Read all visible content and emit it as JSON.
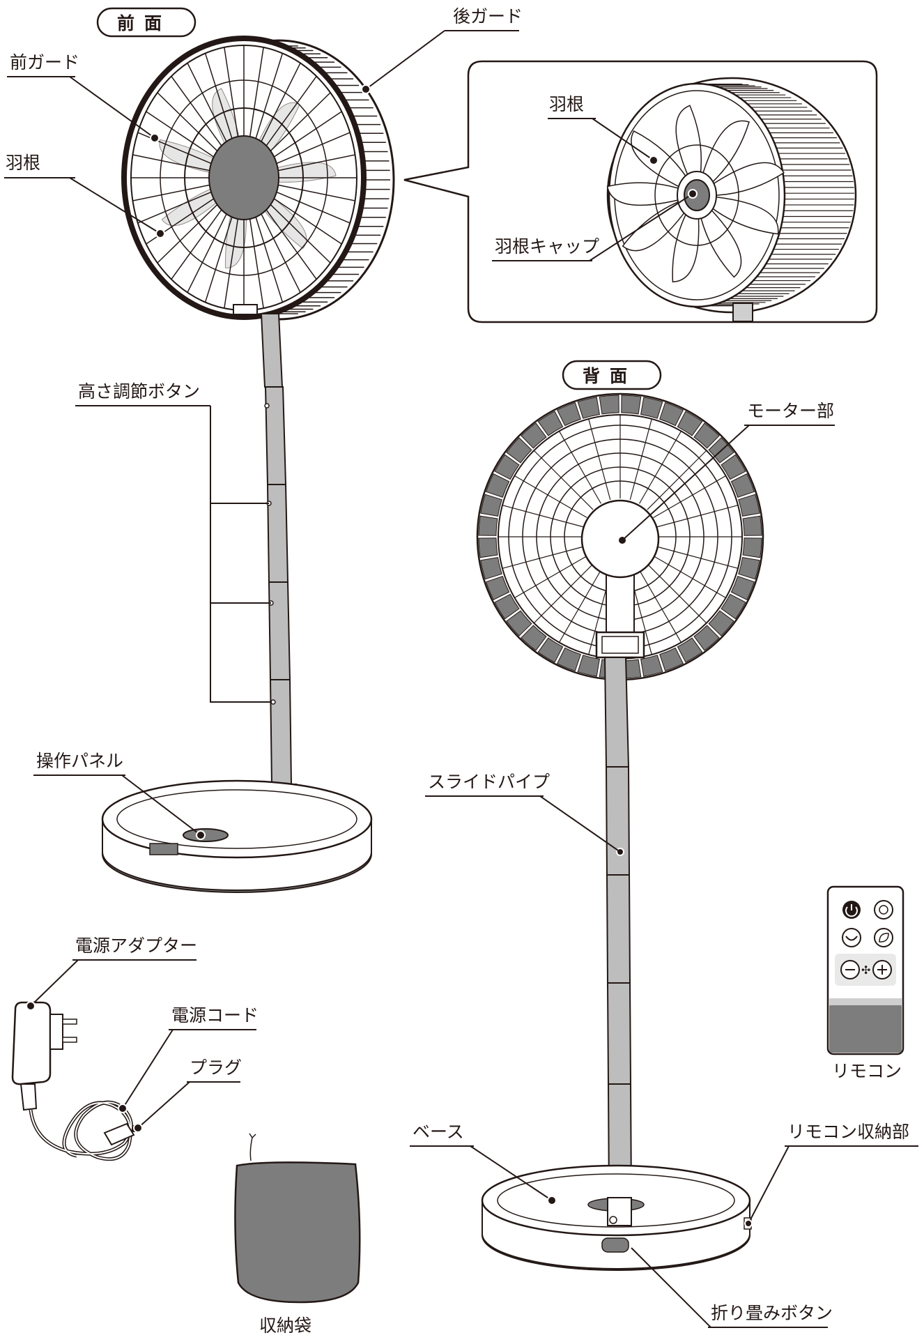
{
  "diagram": {
    "front_view_header": "前面",
    "rear_view_header": "背面",
    "labels": {
      "rear_guard": "後ガード",
      "front_guard": "前ガード",
      "blade": "羽根",
      "inset_blade": "羽根",
      "blade_cap": "羽根キャップ",
      "height_button": "高さ調節ボタン",
      "motor": "モーター部",
      "control_panel": "操作パネル",
      "slide_pipe": "スライドパイプ",
      "power_adapter": "電源アダプター",
      "power_cord": "電源コード",
      "plug": "プラグ",
      "remote": "リモコン",
      "base": "ベース",
      "remote_storage": "リモコン収納部",
      "fold_button": "折り畳みボタン",
      "storage_bag": "収納袋"
    },
    "remote_buttons": [
      "power-icon",
      "timer-icon",
      "swing-icon",
      "leaf-icon",
      "minus-icon",
      "fan-icon",
      "plus-icon"
    ],
    "colors": {
      "line": "#231815",
      "gray": "#7d7d7d",
      "light_gray": "#cfcfcf",
      "pipe": "#bdbdbd"
    }
  }
}
